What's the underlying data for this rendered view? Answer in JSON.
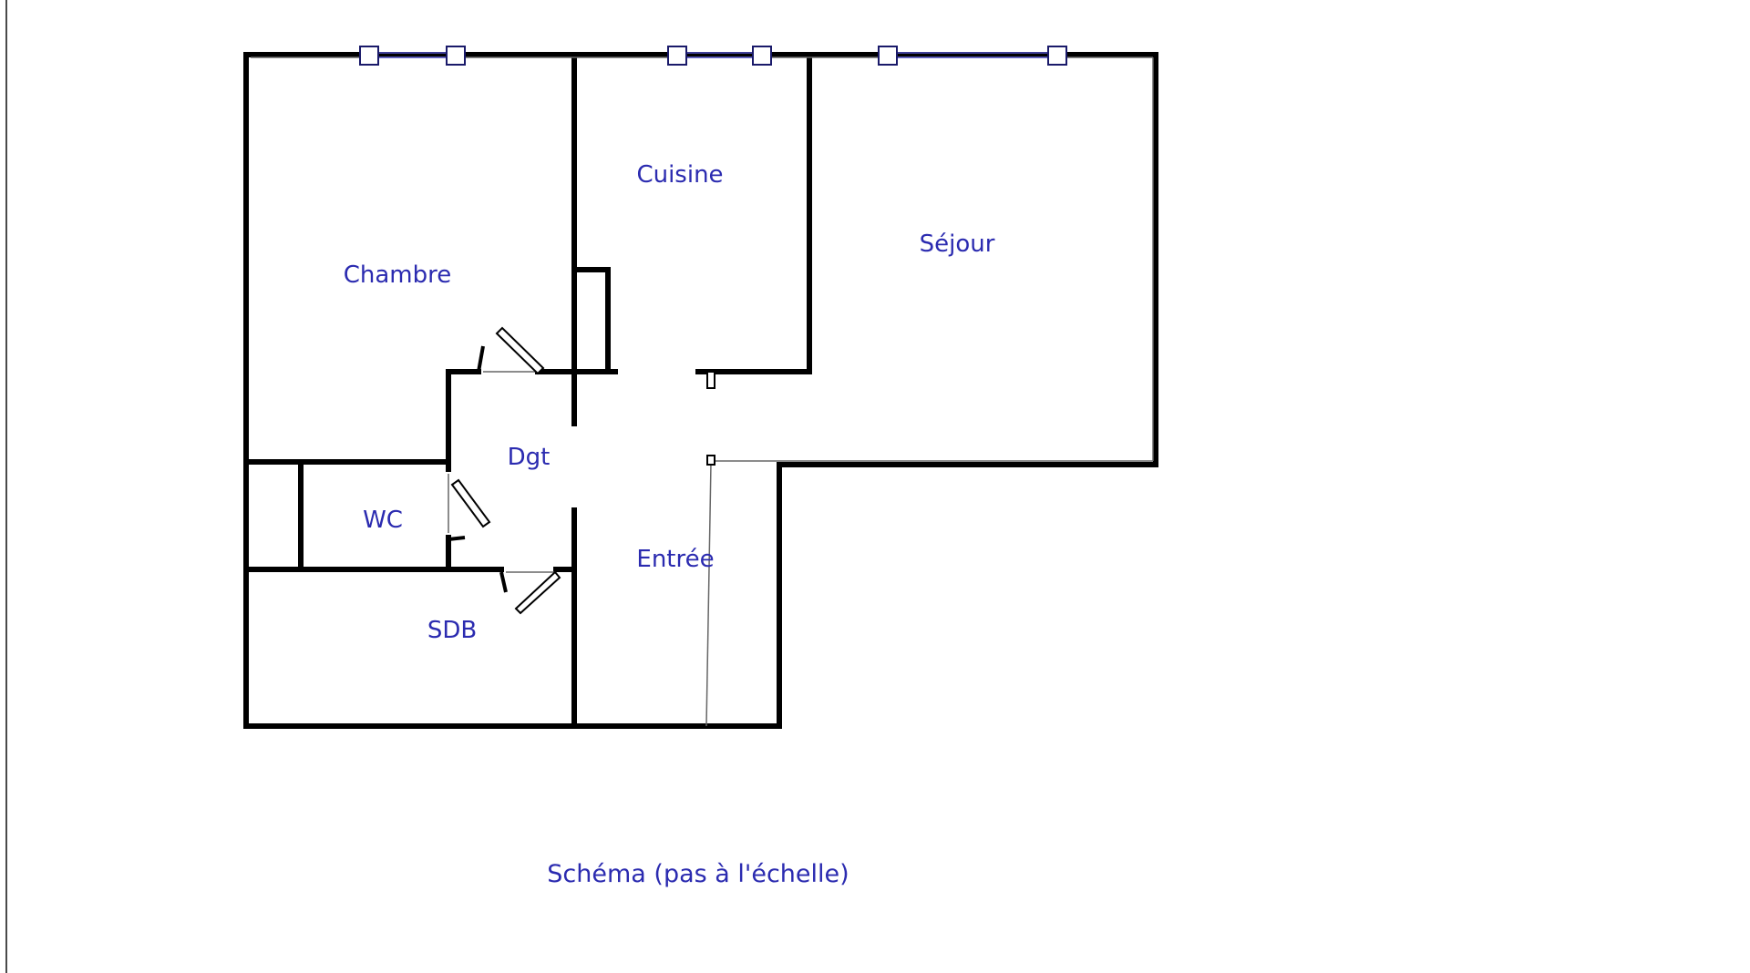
{
  "plan": {
    "rooms": {
      "chambre": "Chambre",
      "cuisine": "Cuisine",
      "sejour": "Séjour",
      "dgt": "Dgt",
      "wc": "WC",
      "entree": "Entrée",
      "sdb": "SDB"
    },
    "caption": "Schéma (pas à l'échelle)"
  },
  "colors": {
    "wall": "#000000",
    "window": "#5555cc",
    "text": "#2b2bb0"
  }
}
